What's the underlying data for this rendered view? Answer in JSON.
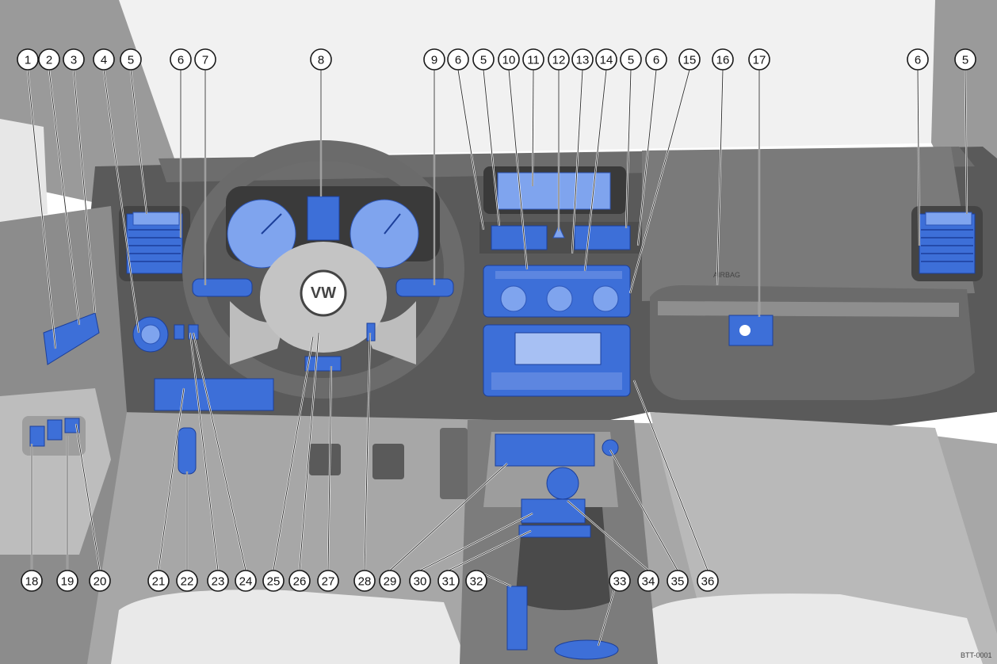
{
  "figure": {
    "reference_code": "BTT-0001",
    "vw_badge": "VW",
    "panel_label_16": "AIRBAG"
  },
  "colors": {
    "highlight": "#3d6fd8",
    "highlight_light": "#7fa4ee",
    "dash": "#5a5a5a",
    "background": "#ffffff"
  },
  "callouts_top": [
    "1",
    "2",
    "3",
    "4",
    "5",
    "6",
    "7",
    "8",
    "9",
    "6",
    "5",
    "10",
    "11",
    "12",
    "13",
    "14",
    "5",
    "6",
    "15",
    "16",
    "17",
    "6",
    "5"
  ],
  "callouts_bottom": [
    "18",
    "19",
    "20",
    "21",
    "22",
    "23",
    "24",
    "25",
    "26",
    "27",
    "28",
    "29",
    "30",
    "31",
    "32",
    "33",
    "34",
    "35",
    "36"
  ]
}
